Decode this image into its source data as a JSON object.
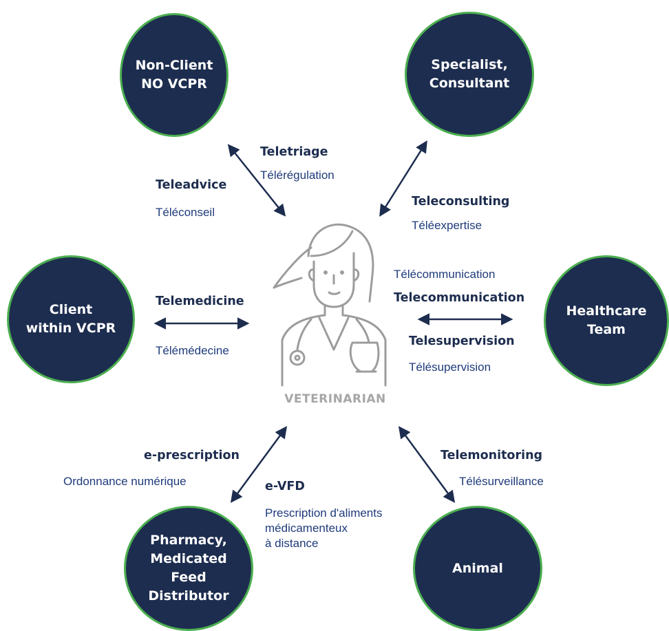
{
  "nodes": {
    "non_client": "Non-Client\nNO VCPR",
    "specialist": "Specialist,\nConsultant",
    "client": "Client\nwithin VCPR",
    "healthcare": "Healthcare\nTeam",
    "pharmacy": "Pharmacy,\nMedicated\nFeed\nDistributor",
    "animal": "Animal"
  },
  "center_label": "VETERINARIAN",
  "links": {
    "teletriage": "Teletriage",
    "teleregulation": "Télérégulation",
    "teleadvice": "Teleadvice",
    "teleconseil": "Téléconseil",
    "teleconsulting": "Teleconsulting",
    "teleexpertise": "Téléexpertise",
    "telecommunication_fr": "Télécommunication",
    "telecommunication": "Telecommunication",
    "telesupervision": "Telesupervision",
    "telesupervision_fr": "Télésupervision",
    "telemedicine": "Telemedicine",
    "telemedecine": "Télémédecine",
    "eprescription": "e-prescription",
    "ordonnance": "Ordonnance numérique",
    "evfd": "e-VFD",
    "prescription_aliments": "Prescription d'aliments\nmédicamenteux\nà distance",
    "telemonitoring": "Telemonitoring",
    "telesurveillance": "Télésurveillance"
  },
  "colors": {
    "node_fill": "#1d2d4f",
    "node_ring": "#4caf50",
    "arrow": "#1d2d4f",
    "label": "#1f3b7a",
    "figure": "#9c9c9c"
  }
}
